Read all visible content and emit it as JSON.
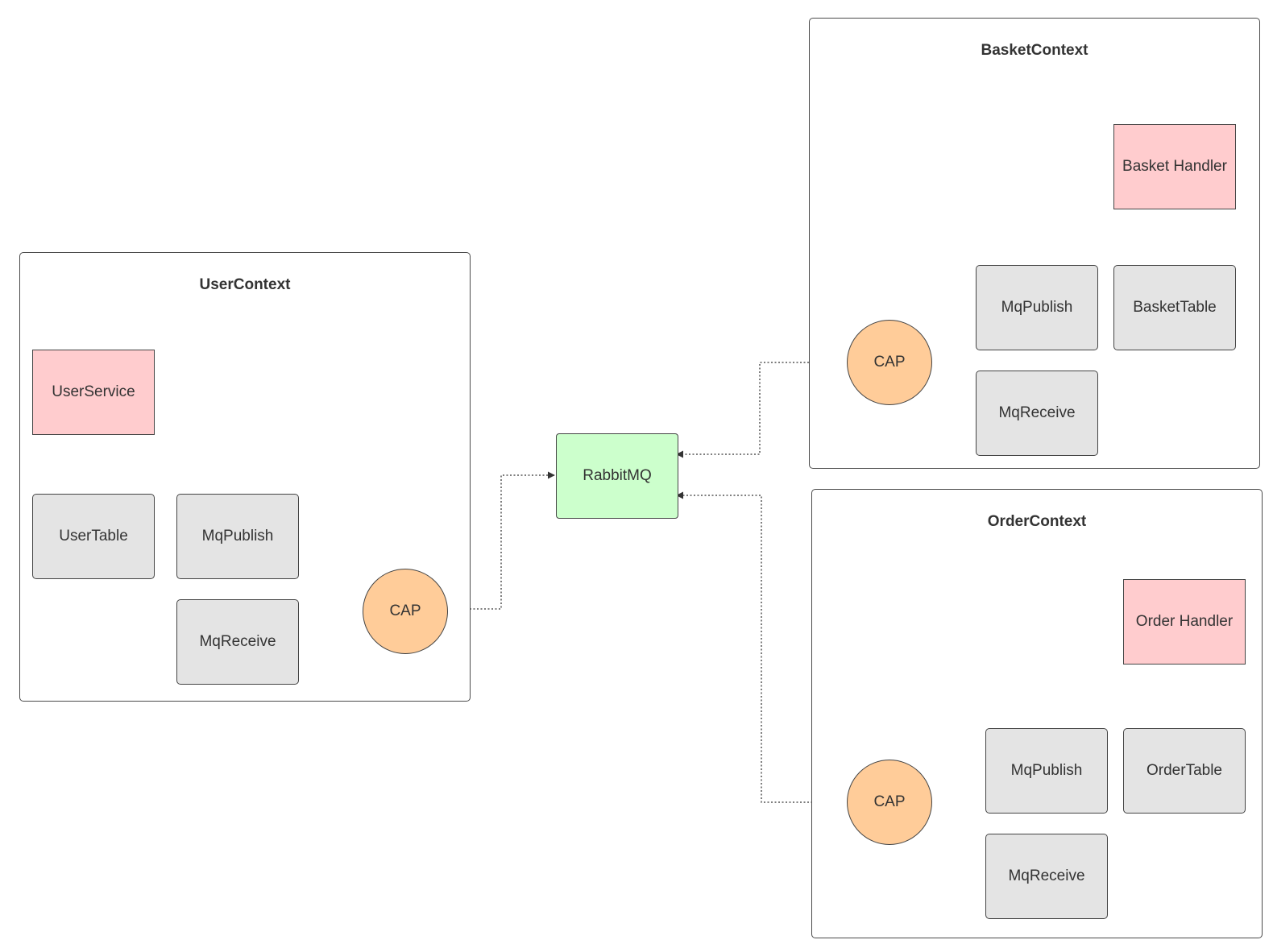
{
  "colors": {
    "service": "#ffccce",
    "store": "#e4e4e4",
    "broker": "#ccffcc",
    "cap": "#ffcc99",
    "line": "#333333"
  },
  "broker": {
    "label": "RabbitMQ"
  },
  "user_context": {
    "title": "UserContext",
    "service": "UserService",
    "table": "UserTable",
    "publish": "MqPublish",
    "receive": "MqReceive",
    "cap": "CAP"
  },
  "basket_context": {
    "title": "BasketContext",
    "handler": "Basket Handler",
    "table": "BasketTable",
    "publish": "MqPublish",
    "receive": "MqReceive",
    "cap": "CAP"
  },
  "order_context": {
    "title": "OrderContext",
    "handler": "Order Handler",
    "table": "OrderTable",
    "publish": "MqPublish",
    "receive": "MqReceive",
    "cap": "CAP"
  }
}
